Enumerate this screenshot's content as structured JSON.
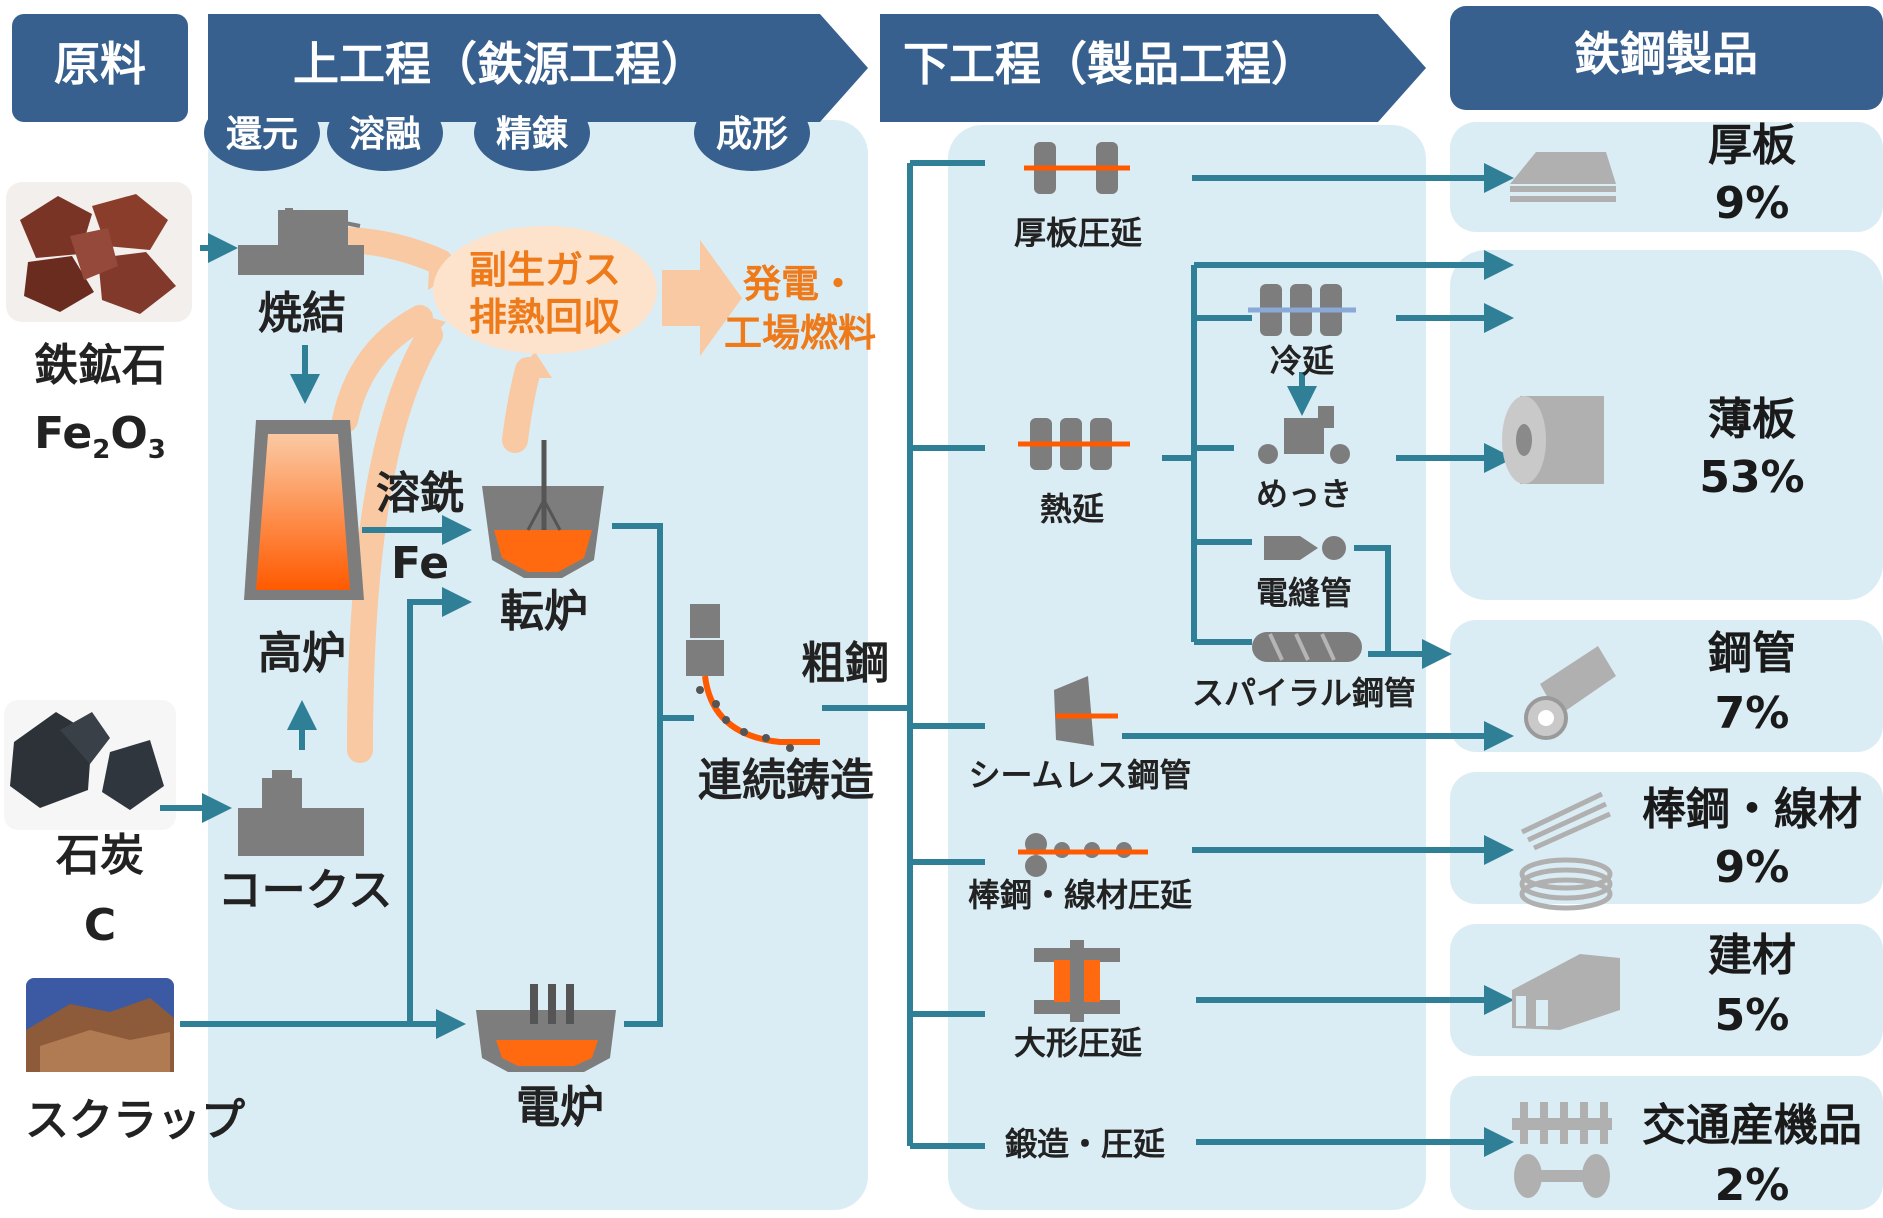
{
  "colors": {
    "header": "#37608f",
    "panel": "#dbedf4",
    "line": "#2f7f97",
    "orange": "#ee7a1a",
    "gray": "#7d7d7d",
    "gas_arrow": "#f8c9a2"
  },
  "headers": {
    "raw": "原料",
    "upstream": "上工程（鉄源工程）",
    "downstream": "下工程（製品工程）",
    "products": "鉄鋼製品"
  },
  "process_steps": [
    "還元",
    "溶融",
    "精錬",
    "成形"
  ],
  "raw_materials": {
    "iron_ore": {
      "name": "鉄鉱石",
      "formula": "Fe",
      "sub2": "2",
      "o": "O",
      "sub3": "3"
    },
    "coal": {
      "name": "石炭",
      "symbol": "C"
    },
    "scrap": {
      "name": "スクラップ"
    }
  },
  "upstream": {
    "sinter": "焼結",
    "blast_furnace": "高炉",
    "coke": "コークス",
    "hot_metal": "溶銑",
    "hot_metal_symbol": "Fe",
    "converter": "転炉",
    "electric_furnace": "電炉",
    "continuous_casting": "連続鋳造",
    "byproduct_gas_1": "副生ガス",
    "byproduct_gas_2": "排熱回収",
    "power_1": "発電・",
    "power_2": "工場燃料"
  },
  "crude_steel": "粗鋼",
  "downstream": {
    "plate_rolling": "厚板圧延",
    "hot_rolling": "熱延",
    "cold_rolling": "冷延",
    "plating": "めっき",
    "erw_pipe": "電縫管",
    "spiral_pipe": "スパイラル鋼管",
    "seamless_pipe": "シームレス鋼管",
    "bar_wire_rolling": "棒鋼・線材圧延",
    "section_rolling": "大形圧延",
    "forging_rolling": "鍛造・圧延"
  },
  "products": [
    {
      "name": "厚板",
      "share": "9%"
    },
    {
      "name": "薄板",
      "share": "53%"
    },
    {
      "name": "鋼管",
      "share": "7%"
    },
    {
      "name": "棒鋼・線材",
      "share": "9%"
    },
    {
      "name": "建材",
      "share": "5%"
    },
    {
      "name": "交通産機品",
      "share": "2%"
    }
  ]
}
